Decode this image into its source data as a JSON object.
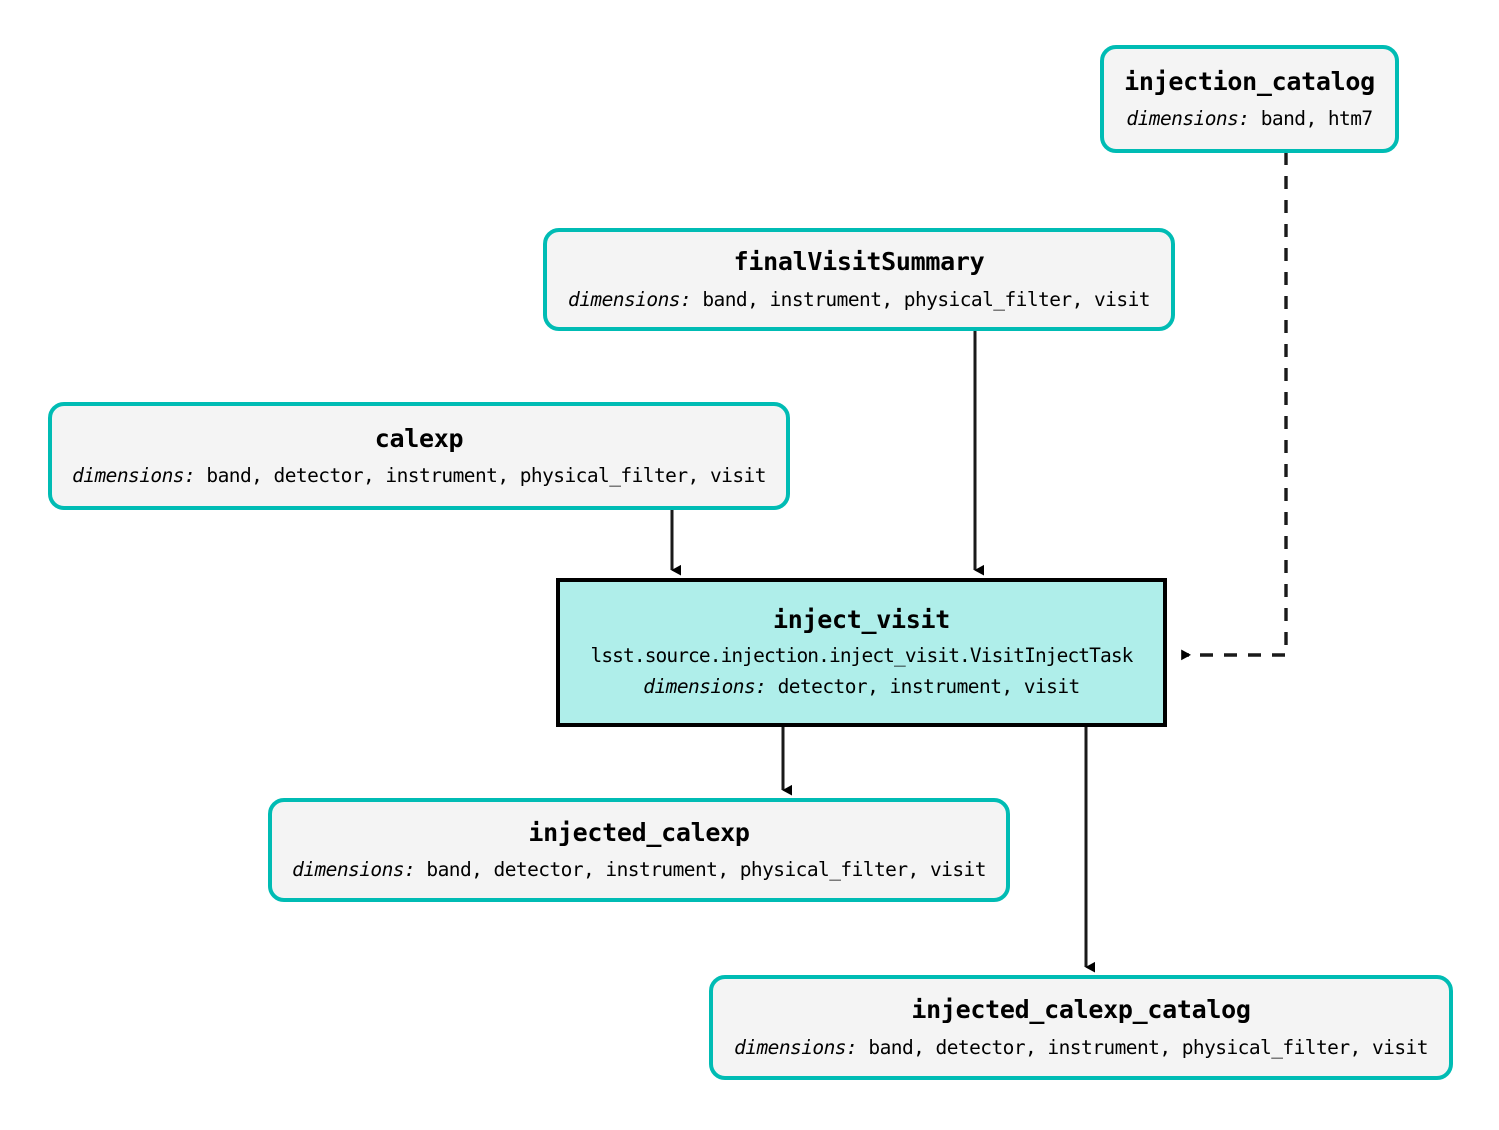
{
  "diagram": {
    "type": "pipeline-task-graph",
    "background_color": "#ffffff",
    "dataset_node_fill": "#f4f4f4",
    "dataset_node_border": "#00bcb4",
    "task_node_fill": "#afeeea",
    "task_node_border": "#000000",
    "dims_prefix": "dimensions:"
  },
  "nodes": {
    "injection_catalog": {
      "title": "injection_catalog",
      "dims_label": "dimensions:",
      "dims_value": "band, htm7",
      "kind": "dataset"
    },
    "finalVisitSummary": {
      "title": "finalVisitSummary",
      "dims_label": "dimensions:",
      "dims_value": "band, instrument, physical_filter, visit",
      "kind": "dataset"
    },
    "calexp": {
      "title": "calexp",
      "dims_label": "dimensions:",
      "dims_value": "band, detector, instrument, physical_filter, visit",
      "kind": "dataset"
    },
    "inject_visit": {
      "title": "inject_visit",
      "task_class": "lsst.source.injection.inject_visit.VisitInjectTask",
      "dims_label": "dimensions:",
      "dims_value": "detector, instrument, visit",
      "kind": "task"
    },
    "injected_calexp": {
      "title": "injected_calexp",
      "dims_label": "dimensions:",
      "dims_value": "band, detector, instrument, physical_filter, visit",
      "kind": "dataset"
    },
    "injected_calexp_catalog": {
      "title": "injected_calexp_catalog",
      "dims_label": "dimensions:",
      "dims_value": "band, detector, instrument, physical_filter, visit",
      "kind": "dataset"
    }
  },
  "edges": [
    {
      "from": "injection_catalog",
      "to": "inject_visit",
      "style": "dashed"
    },
    {
      "from": "finalVisitSummary",
      "to": "inject_visit",
      "style": "solid"
    },
    {
      "from": "calexp",
      "to": "inject_visit",
      "style": "solid"
    },
    {
      "from": "inject_visit",
      "to": "injected_calexp",
      "style": "solid"
    },
    {
      "from": "inject_visit",
      "to": "injected_calexp_catalog",
      "style": "solid"
    }
  ]
}
